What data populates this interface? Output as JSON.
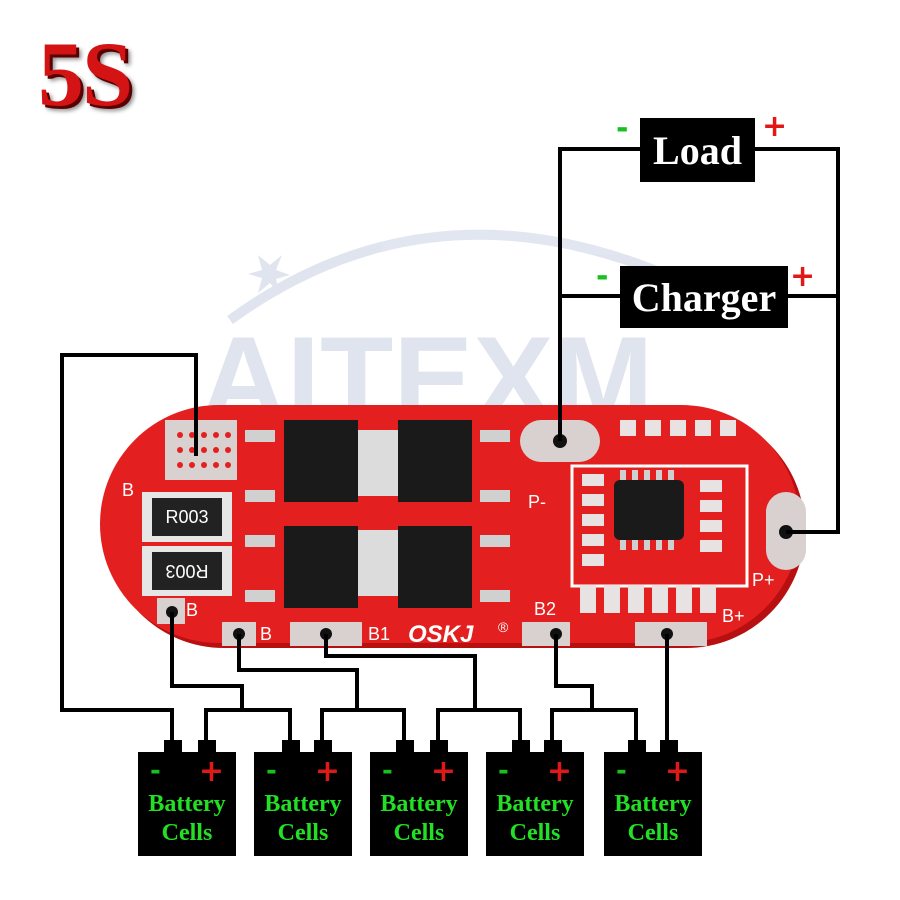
{
  "title": "5S",
  "watermark": "AITEXM",
  "load": {
    "label": "Load",
    "minus": "-",
    "plus": "+"
  },
  "charger": {
    "label": "Charger",
    "minus": "-",
    "plus": "+"
  },
  "board": {
    "brand": "OSKJ",
    "registered": "®",
    "resistor_top": "R003",
    "resistor_bottom": "R003",
    "pads": {
      "B_left": "B",
      "P_minus": "P-",
      "B_bottom": "B",
      "B1": "B1",
      "B2": "B2",
      "B_plus": "B+",
      "P_plus": "P+",
      "B_top": "B"
    }
  },
  "cells": [
    {
      "minus": "-",
      "plus": "+",
      "line1": "Battery",
      "line2": "Cells"
    },
    {
      "minus": "-",
      "plus": "+",
      "line1": "Battery",
      "line2": "Cells"
    },
    {
      "minus": "-",
      "plus": "+",
      "line1": "Battery",
      "line2": "Cells"
    },
    {
      "minus": "-",
      "plus": "+",
      "line1": "Battery",
      "line2": "Cells"
    },
    {
      "minus": "-",
      "plus": "+",
      "line1": "Battery",
      "line2": "Cells"
    }
  ],
  "colors": {
    "pcb": "#e41f1f",
    "wire": "#000000",
    "minus": "#18c020",
    "plus": "#e01818",
    "cell_text": "#22e024",
    "title": "#d41414"
  }
}
